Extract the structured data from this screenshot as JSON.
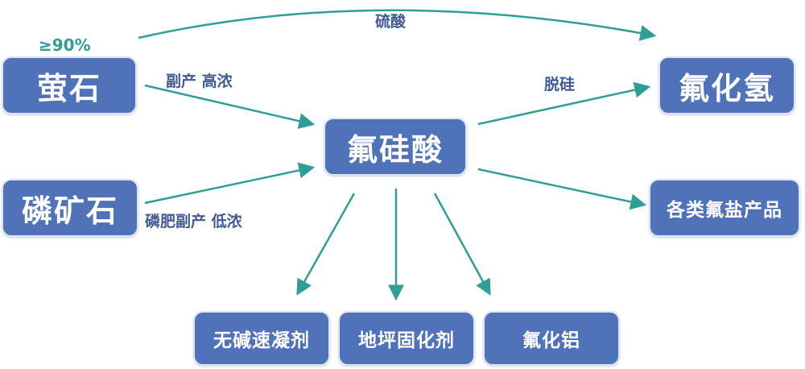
{
  "colors": {
    "node_fill": "#4f72b8",
    "node_border": "#dfe6f2",
    "arrow": "#2f9e96",
    "label": "#3f5a96",
    "label_highlight": "#2f9e96"
  },
  "nodes": {
    "fluorite": "萤石",
    "phosphate_rock": "磷矿石",
    "fluorosilicic_acid": "氟硅酸",
    "hydrogen_fluoride": "氟化氢",
    "fluoride_salts": "各类氟盐产品",
    "alkali_free_accelerator": "无碱速凝剂",
    "floor_curing_agent": "地坪固化剂",
    "aluminum_fluoride": "氟化铝"
  },
  "labels": {
    "purity": "≥90%",
    "sulfuric_acid": "硫酸",
    "byproduct_high": "副产 高浓",
    "desilication": "脱硅",
    "phosphate_byproduct_low": "磷肥副产  低浓"
  },
  "icons": {
    "arrowhead": "triangle-arrowhead-icon"
  }
}
